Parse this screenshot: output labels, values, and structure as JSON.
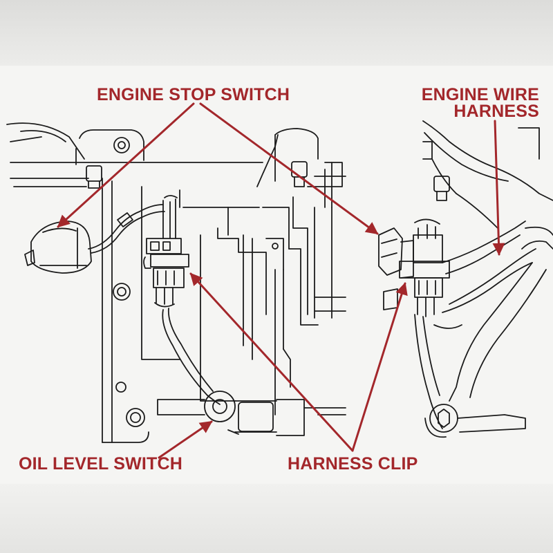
{
  "colors": {
    "callout": "#a3272b",
    "line_art": "#1b1b1b",
    "sheet": "#f5f5f3",
    "background": "#e9e9e7"
  },
  "labels": {
    "engine_stop_switch": "ENGINE STOP SWITCH",
    "engine_wire_harness_line1": "ENGINE WIRE",
    "engine_wire_harness_line2": "HARNESS",
    "oil_level_switch": "OIL LEVEL SWITCH",
    "harness_clip": "HARNESS CLIP"
  }
}
